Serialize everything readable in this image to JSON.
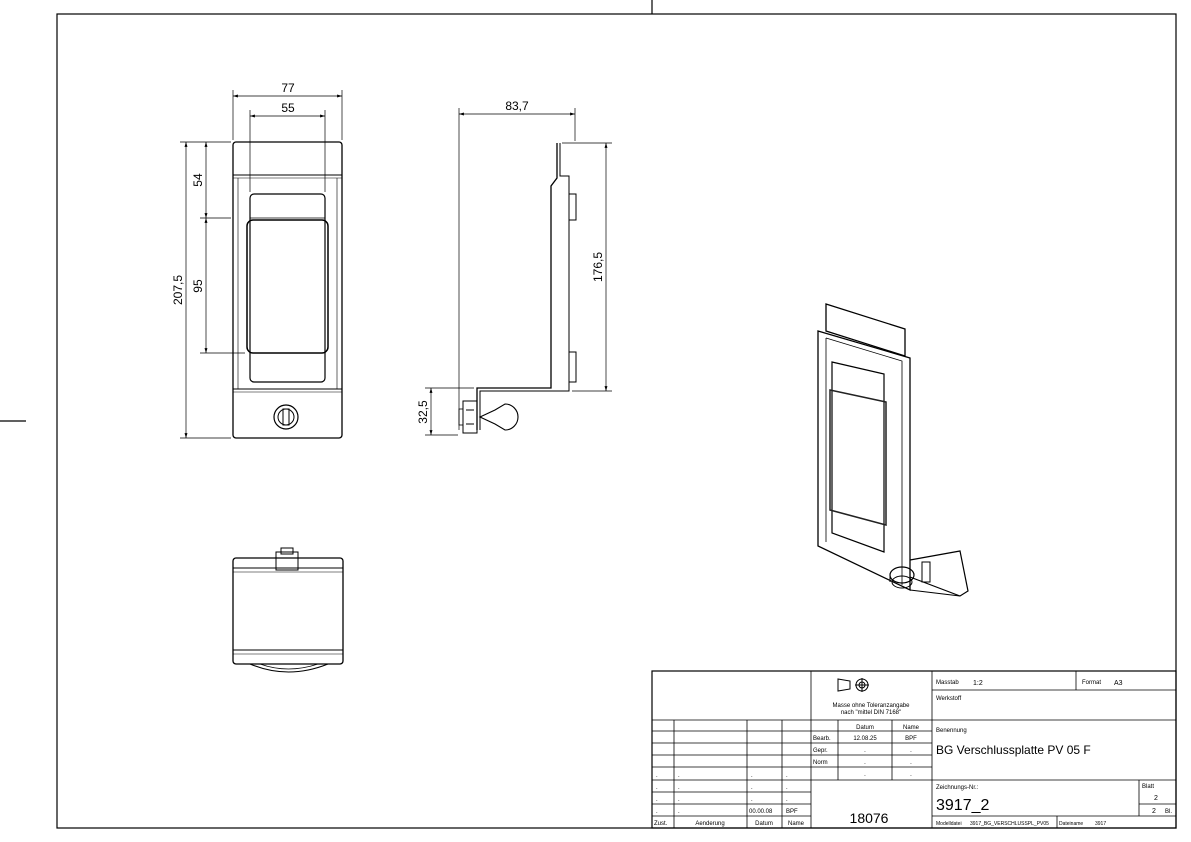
{
  "dimensions": {
    "front_width_outer": "77",
    "front_width_inner": "55",
    "front_upper": "54",
    "front_handle": "95",
    "front_total": "207,5",
    "side_depth": "83,7",
    "side_height": "176,5",
    "side_offset": "32,5"
  },
  "title_block": {
    "tolerance_note_1": "Masse ohne Toleranzangabe",
    "tolerance_note_2": "nach \"mittel DIN 7168\"",
    "col_datum": "Datum",
    "col_name": "Name",
    "row_bearb": "Bearb.",
    "bearb_datum": "12.08.25",
    "bearb_name": "BPF",
    "row_gepr": "Gepr.",
    "row_norm": "Norm",
    "dot": ".",
    "rev_datum": "00.00.08",
    "rev_name": "BPF",
    "h_zust": "Zust.",
    "h_aenderung": "Aenderung",
    "h_datum": "Datum",
    "h_name": "Name",
    "number": "18076",
    "masstab_label": "Masstab",
    "masstab_value": "1:2",
    "format_label": "Format",
    "format_value": "A3",
    "werkstoff_label": "Werkstoff",
    "benennung_label": "Benennung",
    "benennung_value": "BG Verschlussplatte PV 05 F",
    "zeichnung_label": "Zeichnungs-Nr.:",
    "zeichnung_value": "3917_2",
    "blatt_label": "Blatt",
    "blatt_value": "2",
    "bl_value": "2",
    "bl_label": "Bl.",
    "modelldatei_label": "Modelldatei",
    "modelldatei_value": "3917_BG_VERSCHLUSSPL_PV05",
    "dateiname_label": "Dateiname",
    "dateiname_value": "3917"
  }
}
